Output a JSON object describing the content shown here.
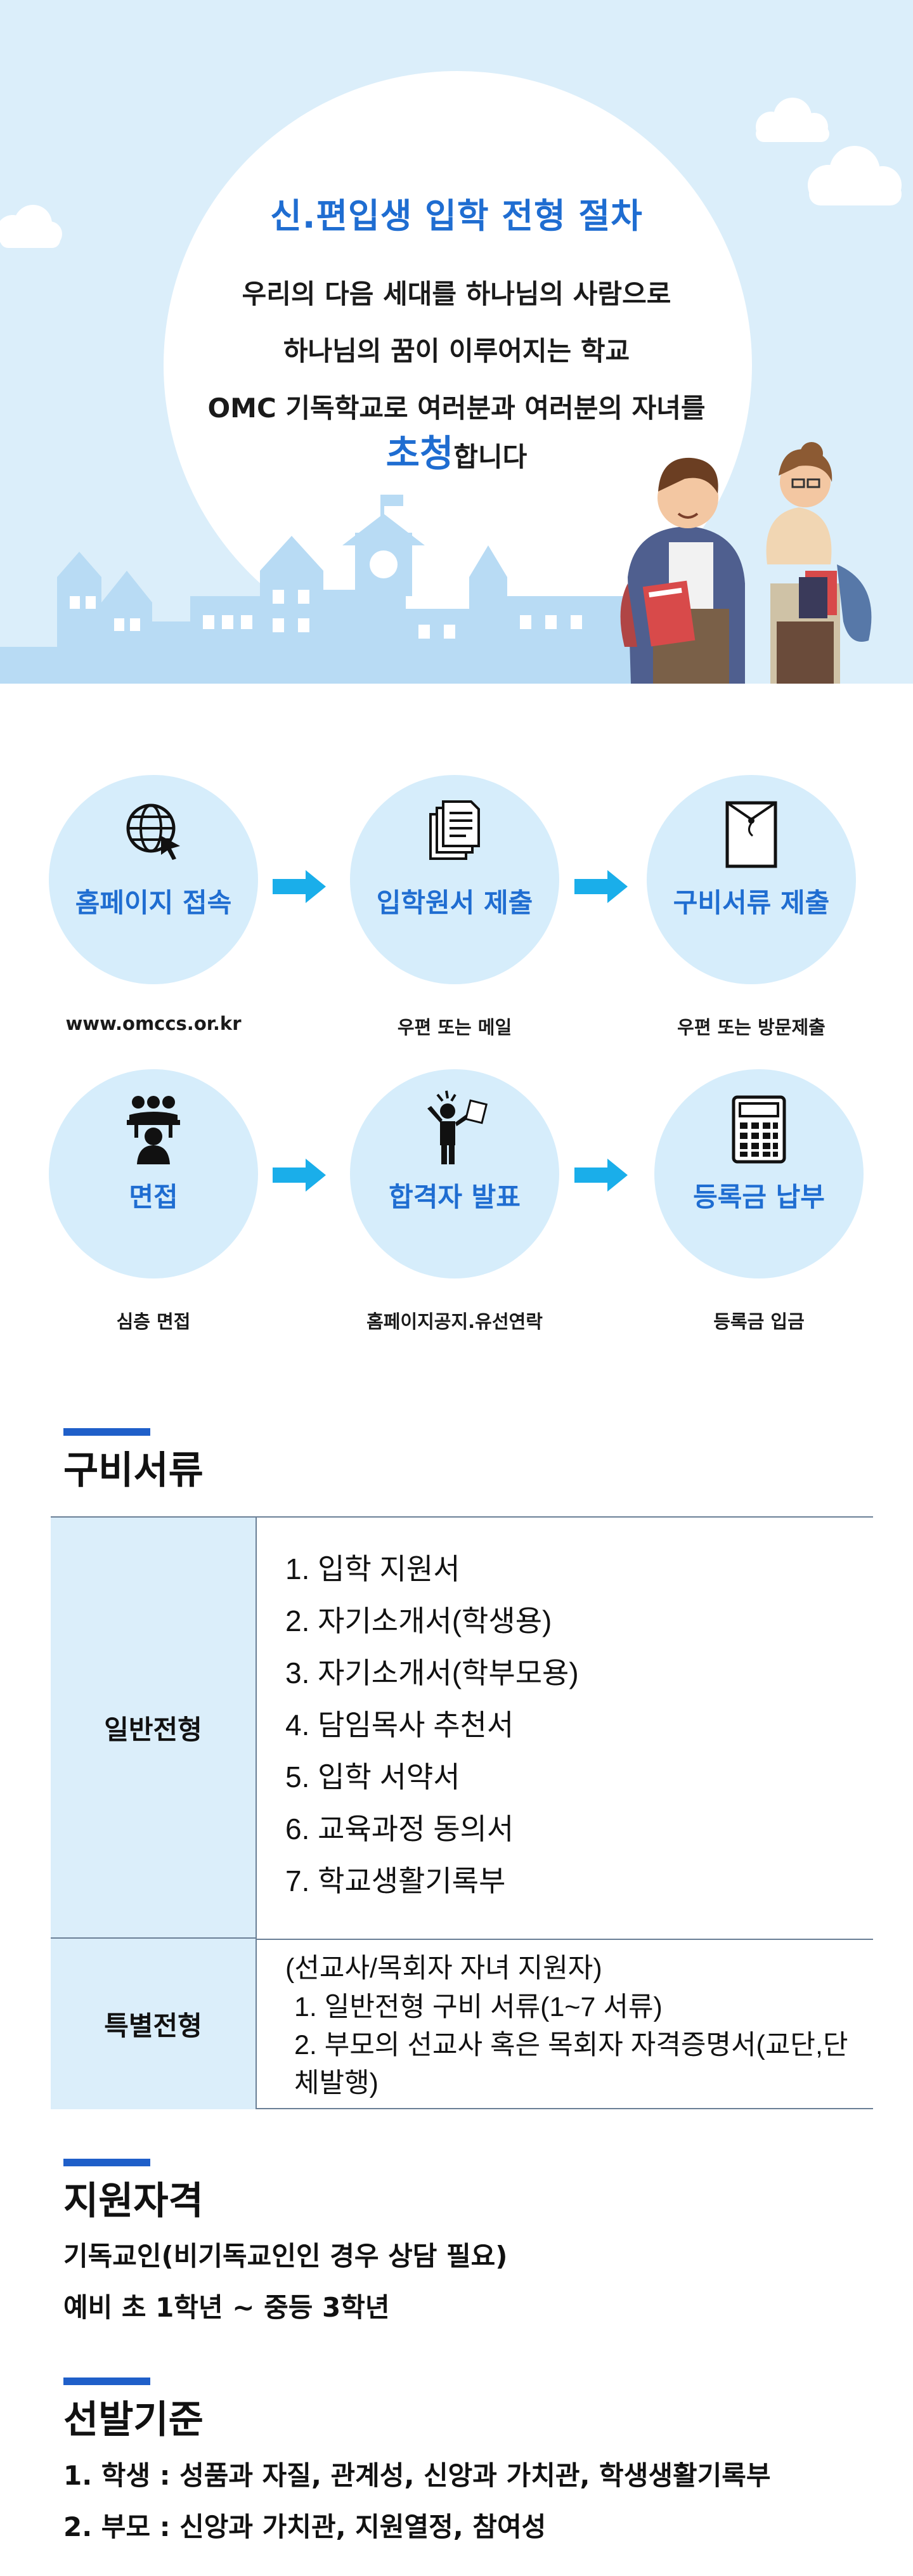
{
  "hero": {
    "title": "신.편입생 입학 전형 절차",
    "line1": "우리의 다음 세대를 하나님의 사람으로",
    "line2": "하나님의 꿈이 이루어지는 학교",
    "line3": "OMC 기독학교로 여러분과 여러분의 자녀를",
    "line4_accent": "초청",
    "line4_rest": "합니다"
  },
  "process": {
    "steps": [
      {
        "label": "홈페이지 접속",
        "sub": "www.omccs.or.kr",
        "icon": "globe-cursor-icon"
      },
      {
        "label": "입학원서 제출",
        "sub": "우편 또는 메일",
        "icon": "documents-icon"
      },
      {
        "label": "구비서류 제출",
        "sub": "우편 또는 방문제출",
        "icon": "envelope-icon"
      },
      {
        "label": "면접",
        "sub": "심층 면접",
        "icon": "interview-icon"
      },
      {
        "label": "합격자 발표",
        "sub": "홈페이지공지.유선연락",
        "icon": "announcement-icon"
      },
      {
        "label": "등록금 납부",
        "sub": "등록금 입금",
        "icon": "calculator-icon"
      }
    ]
  },
  "documents": {
    "title": "구비서류",
    "general_label": "일반전형",
    "general_items": [
      "1.  입학 지원서",
      "2. 자기소개서(학생용)",
      "3. 자기소개서(학부모용)",
      "4. 담임목사 추천서",
      "5. 입학 서약서",
      "6. 교육과정 동의서",
      "7. 학교생활기록부"
    ],
    "special_label": "특별전형",
    "special_head": "(선교사/목회자 자녀 지원자)",
    "special_items": [
      "1.  일반전형 구비 서류(1~7 서류)",
      "2.  부모의 선교사 혹은 목회자 자격증명서(교단,단체발행)"
    ]
  },
  "eligibility": {
    "title": "지원자격",
    "line1": "기독교인(비기독교인인 경우 상담 필요)",
    "line2": "예비 초 1학년 ~ 중등 3학년"
  },
  "criteria": {
    "title": "선발기준",
    "line1": "1. 학생 : 성품과 자질, 관계성, 신앙과 가치관, 학생생활기록부",
    "line2": "2. 부모 : 신앙과 가치관, 지원열정, 참여성"
  },
  "colors": {
    "accent": "#1f6dd1",
    "hero_bg": "#dbeefa",
    "circle": "#d6edfb",
    "arrow": "#1aaeea",
    "section_bar": "#1f5fc9"
  }
}
